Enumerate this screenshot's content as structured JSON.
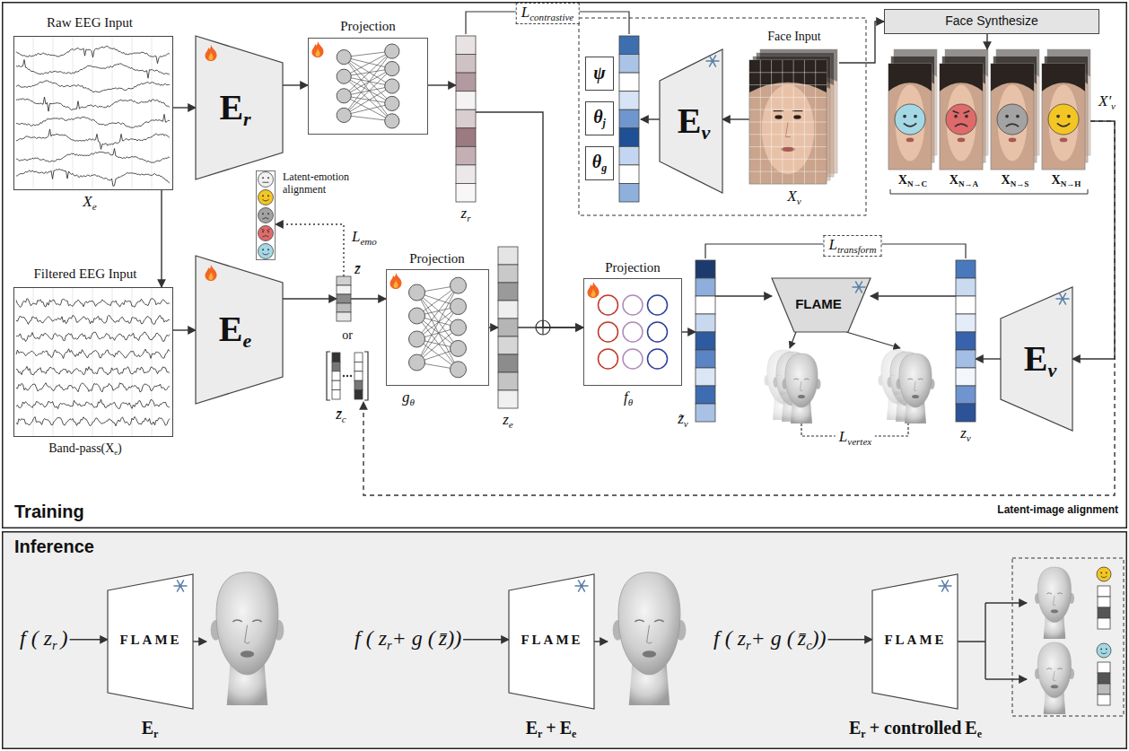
{
  "diagram": {
    "nodes": [
      {
        "text": [
          "Training"
        ]
      },
      {
        "text": [
          "Raw EEG Input"
        ],
        "in": 0
      },
      {
        "text": [
          "E",
          "r"
        ],
        "in": 0
      },
      {
        "text": [
          "Projection"
        ],
        "in": 0
      },
      {
        "text": [
          "z",
          "r"
        ],
        "in": 0
      },
      {
        "text": [
          "ψ"
        ],
        "in": 0
      },
      {
        "text": [
          "θ",
          "j"
        ],
        "in": 0
      },
      {
        "text": [
          "θ",
          "g"
        ],
        "in": 0
      },
      {
        "text": [
          "E",
          "v"
        ],
        "in": 0
      },
      {
        "text": [
          "Face Input",
          "X",
          "v"
        ],
        "in": 0
      },
      {
        "text": [
          "Face Synthesize"
        ],
        "in": 0
      },
      {
        "text": [
          "X′",
          "v"
        ],
        "in": 0
      },
      {
        "text": [
          "Filtered EEG Input"
        ],
        "in": 0
      },
      {
        "text": [
          "E",
          "e"
        ],
        "in": 0
      },
      {
        "text": [
          "Latent-emotion alignment"
        ],
        "in": 0
      },
      {
        "text": [
          "z̄"
        ],
        "in": 0
      },
      {
        "text": [
          "z̄",
          "c"
        ],
        "in": 0
      },
      {
        "text": [
          "Projection",
          "g",
          "θ"
        ],
        "in": 0
      },
      {
        "text": [
          "z",
          "e"
        ],
        "in": 0
      },
      {
        "text": [
          "Projection",
          "f",
          "θ"
        ],
        "in": 0
      },
      {
        "text": [
          "z̃",
          "v"
        ],
        "in": 0
      },
      {
        "text": [
          "FLAME"
        ],
        "in": 0
      },
      {
        "text": [
          "z",
          "v"
        ],
        "in": 0
      },
      {
        "text": [
          "E",
          "v"
        ],
        "in": 0
      },
      {
        "text": [
          "Inference"
        ]
      },
      {
        "text": [
          "FLAME"
        ],
        "in": 24
      },
      {
        "text": [
          "FLAME"
        ],
        "in": 24
      },
      {
        "text": [
          "FLAME"
        ],
        "in": 24
      }
    ],
    "edges": [
      {
        "from": 1,
        "to": 2,
        "arrow": "to"
      },
      {
        "from": 2,
        "to": 3,
        "arrow": "to"
      },
      {
        "from": 3,
        "to": 4,
        "arrow": "to"
      },
      {
        "from": 9,
        "to": 8,
        "arrow": "to"
      },
      {
        "from": 9,
        "to": 10,
        "arrow": "to"
      },
      {
        "from": 10,
        "to": 11,
        "arrow": "to"
      },
      {
        "from": 11,
        "to": 23,
        "arrow": "to"
      },
      {
        "from": 11,
        "to": 16,
        "arrow": "to"
      },
      {
        "from": 23,
        "to": 22,
        "arrow": "to"
      },
      {
        "from": 1,
        "to": 12,
        "arrow": "to"
      },
      {
        "from": 12,
        "to": 13,
        "arrow": "to"
      },
      {
        "from": 13,
        "to": 15,
        "arrow": "to"
      },
      {
        "from": 15,
        "to": 14,
        "arrow": "to"
      },
      {
        "from": 15,
        "to": 17,
        "arrow": "to"
      },
      {
        "from": 17,
        "to": 18,
        "arrow": "to"
      },
      {
        "from": 4,
        "to": 19,
        "arrow": "to"
      },
      {
        "from": 18,
        "to": 19,
        "arrow": "to"
      },
      {
        "from": 19,
        "to": 20,
        "arrow": "to"
      },
      {
        "from": 20,
        "to": 21,
        "arrow": "to"
      },
      {
        "from": 22,
        "to": 21,
        "arrow": "to"
      }
    ],
    "labels": [
      "X",
      "e",
      "Band-pass(X",
      "e",
      ")",
      "L",
      "emo",
      "or",
      "L",
      "contrastive",
      "X",
      "N→C",
      "X",
      "N→A",
      "X",
      "N→S",
      "X",
      "N→H",
      "L",
      "transform",
      "L",
      "vertex",
      "Latent-image alignment",
      "f ( z",
      "r",
      ")",
      "f ( z",
      "r",
      "+ g (",
      "z̄",
      "))",
      "f ( z",
      "r",
      "+ g (",
      "z̄",
      "c",
      "))",
      "E",
      "r",
      "E",
      "r",
      "+",
      "E",
      "e",
      "E",
      "r",
      "+ controlled",
      "E",
      "e"
    ]
  }
}
